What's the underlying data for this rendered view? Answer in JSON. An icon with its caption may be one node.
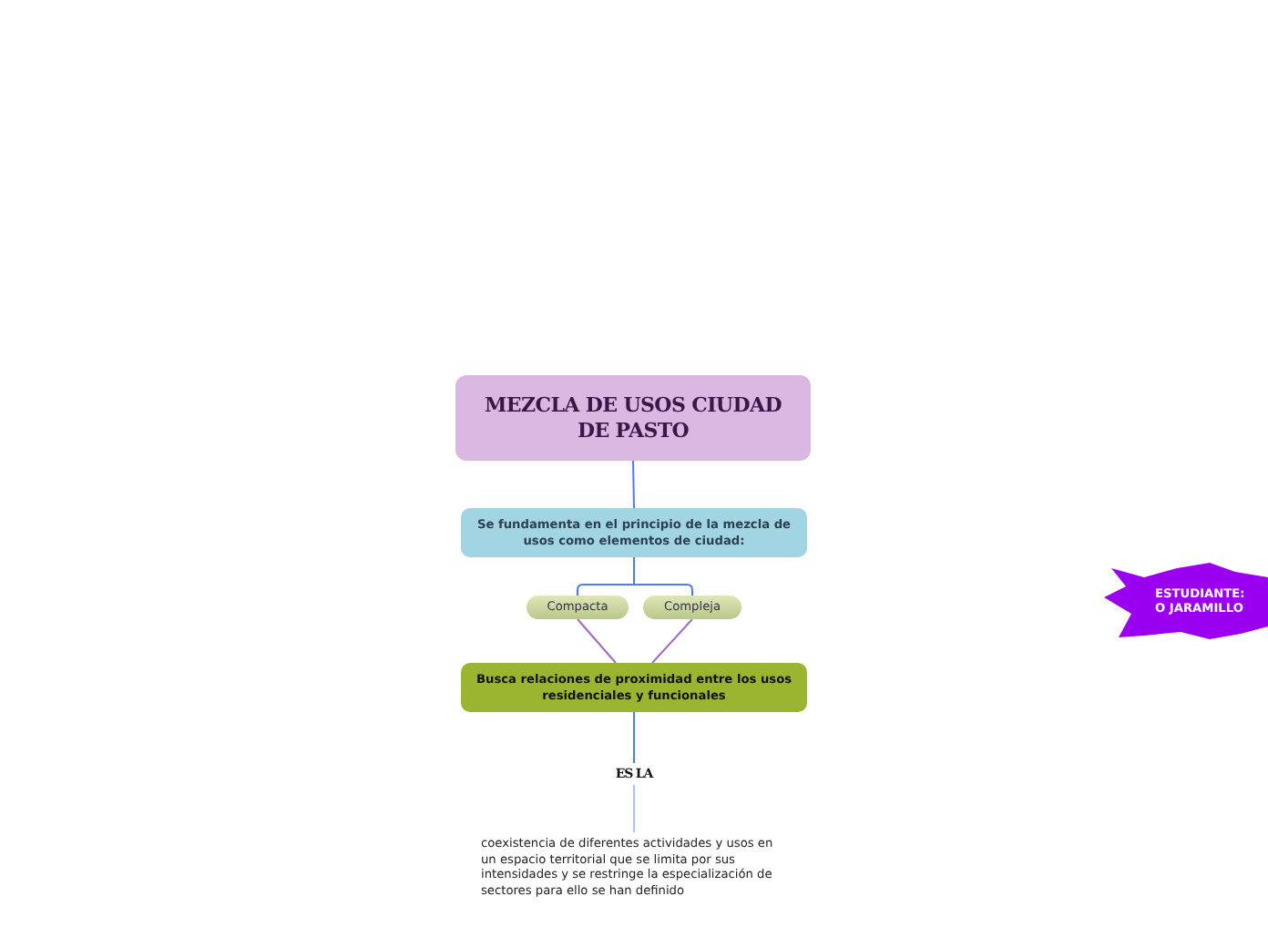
{
  "diagram": {
    "nodes": [
      {
        "text": [
          "MEZCLA DE USOS CIUDAD DE PASTO"
        ]
      },
      {
        "text": [
          "Se fundamenta en el principio de la mezcla de usos como elementos de ciudad:"
        ]
      },
      {
        "text": [
          "Compacta"
        ]
      },
      {
        "text": [
          "Compleja"
        ]
      },
      {
        "text": [
          "Busca relaciones de proximidad entre los usos residenciales y funcionales"
        ]
      },
      {
        "text": [
          "ES LA"
        ]
      },
      {
        "text": [
          "coexistencia de diferentes actividades y usos en un espacio territorial que se limita por sus intensidades y se restringe la especialización de sectores para ello se han definido"
        ]
      },
      {
        "text": [
          "ESTUDIANTE: O JARAMILLO"
        ]
      }
    ],
    "edges": [
      {
        "from": 0,
        "to": 1,
        "arrow": "none"
      },
      {
        "from": 1,
        "to": 2,
        "arrow": "none"
      },
      {
        "from": 1,
        "to": 3,
        "arrow": "none"
      },
      {
        "from": 2,
        "to": 4,
        "arrow": "none",
        "color": "#9b6fc4"
      },
      {
        "from": 3,
        "to": 4,
        "arrow": "none",
        "color": "#9b6fc4"
      },
      {
        "from": 4,
        "to": 5,
        "arrow": "none"
      },
      {
        "from": 5,
        "to": 6,
        "arrow": "none",
        "color": "#a9c4f5"
      }
    ]
  }
}
